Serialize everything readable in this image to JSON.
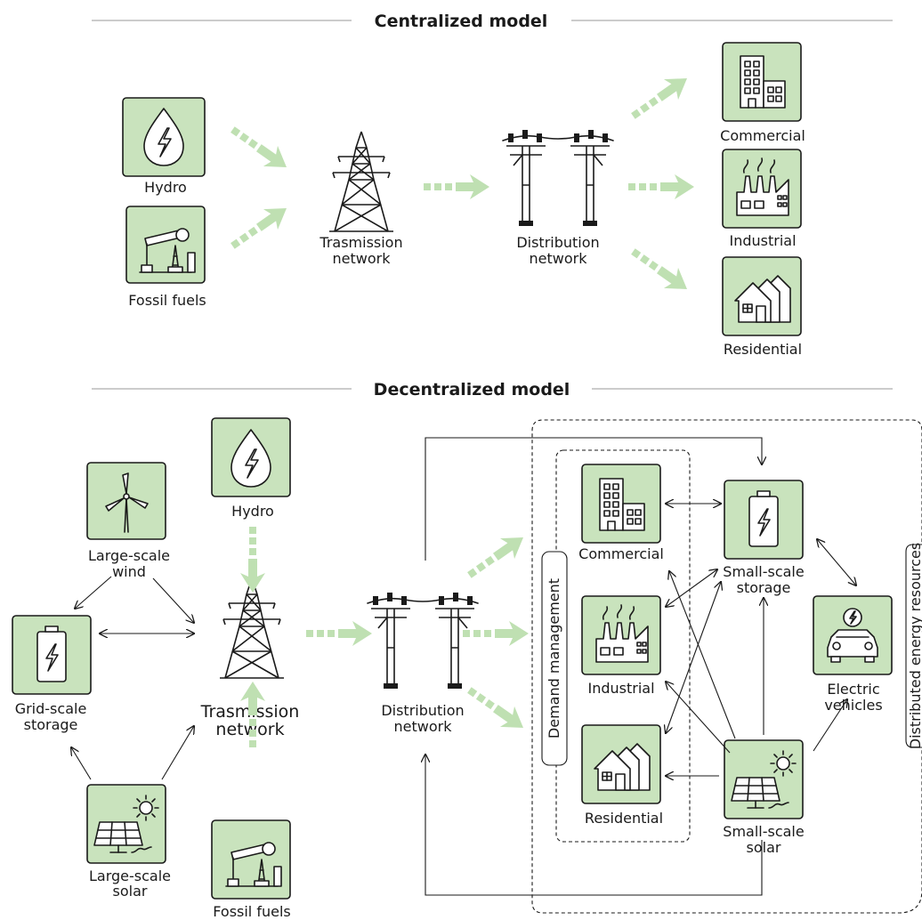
{
  "centralized": {
    "heading": "Centralized model",
    "hydro": "Hydro",
    "fossil": "Fossil fuels",
    "trans_1": "Trasmission",
    "trans_2": "network",
    "dist_1": "Distribution",
    "dist_2": "network",
    "commercial": "Commercial",
    "industrial": "Industrial",
    "residential": "Residential"
  },
  "decentralized": {
    "heading": "Decentralized model",
    "hydro": "Hydro",
    "wind_1": "Large-scale",
    "wind_2": "wind",
    "grid_1": "Grid-scale",
    "grid_2": "storage",
    "solar_1": "Large-scale",
    "solar_2": "solar",
    "fossil": "Fossil fuels",
    "trans_1": "Trasmission",
    "trans_2": "network",
    "dist_1": "Distribution",
    "dist_2": "network",
    "commercial": "Commercial",
    "industrial": "Industrial",
    "residential": "Residential",
    "demand": "Demand management",
    "sstorage_1": "Small-scale",
    "sstorage_2": "storage",
    "ev_1": "Electric",
    "ev_2": "vehicles",
    "ssolar_1": "Small-scale",
    "ssolar_2": "solar",
    "der": "Distributed energy resources"
  },
  "colors": {
    "box_fill": "#c9e3bd",
    "flow_arrow": "#bfe0b2",
    "stroke": "#1a1a1a"
  }
}
